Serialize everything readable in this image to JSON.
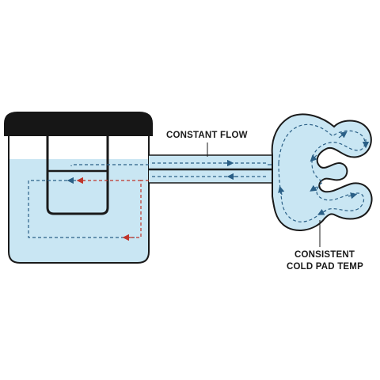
{
  "labels": {
    "flow": "CONSTANT FLOW",
    "pad_line1": "CONSISTENT",
    "pad_line2": "COLD PAD TEMP"
  },
  "colors": {
    "water": "#c9e6f3",
    "outline": "#1a1a1a",
    "flow_arrow": "#2a5f86",
    "return_arrow": "#c0352b",
    "lid": "#161616"
  }
}
